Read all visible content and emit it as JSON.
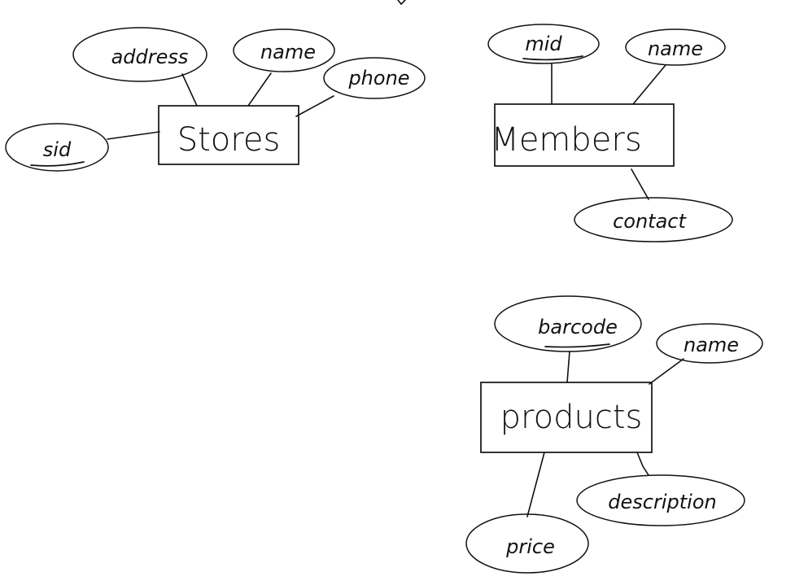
{
  "entities": {
    "stores": {
      "label": "Stores",
      "attributes": {
        "sid": "sid",
        "address": "address",
        "name": "name",
        "phone": "phone"
      }
    },
    "members": {
      "label": "Members",
      "attributes": {
        "mid": "mid",
        "name": "name",
        "contact": "contact"
      }
    },
    "products": {
      "label": "products",
      "attributes": {
        "barcode": "barcode",
        "name": "name",
        "price": "price",
        "description": "description"
      }
    }
  },
  "primary_keys": [
    "sid",
    "mid",
    "barcode"
  ],
  "colors": {
    "ink": "#111111",
    "background": "#ffffff"
  }
}
